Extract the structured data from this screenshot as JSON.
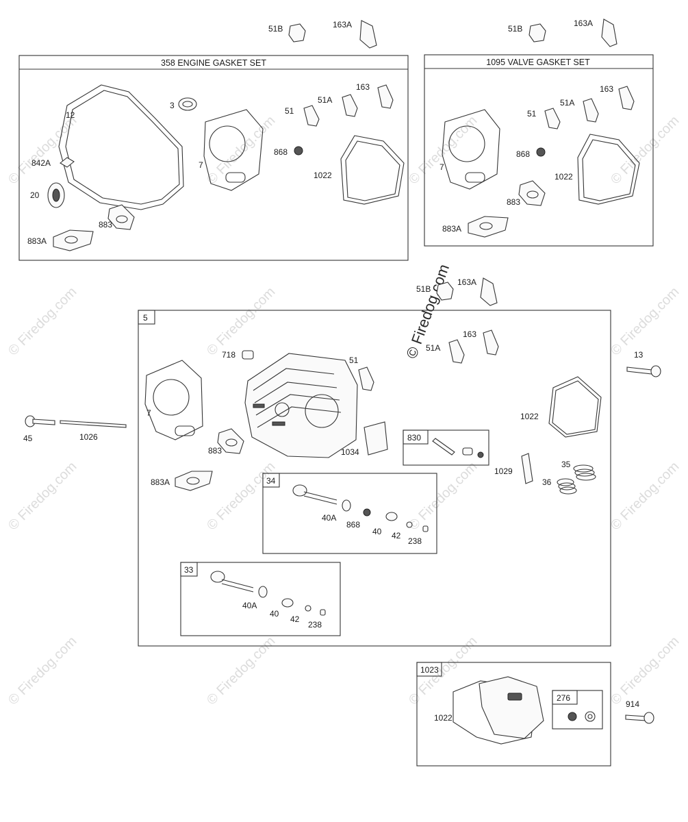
{
  "watermark": {
    "text": "© Firedog.com",
    "stamp": "© Firedog.com"
  },
  "top_parts": {
    "left_51b": "51B",
    "left_163a": "163A",
    "right_51b": "51B",
    "right_163a": "163A"
  },
  "engine_gasket_set": {
    "title": "358 ENGINE GASKET SET",
    "labels": {
      "p12": "12",
      "p3": "3",
      "p7": "7",
      "p51": "51",
      "p51a": "51A",
      "p163": "163",
      "p842a": "842A",
      "p868": "868",
      "p1022": "1022",
      "p20": "20",
      "p883": "883",
      "p883a": "883A"
    }
  },
  "valve_gasket_set": {
    "title": "1095 VALVE GASKET SET",
    "labels": {
      "p163": "163",
      "p51": "51",
      "p51a": "51A",
      "p7": "7",
      "p868": "868",
      "p1022": "1022",
      "p883": "883",
      "p883a": "883A"
    }
  },
  "cylinder_head": {
    "box_id": "5",
    "above": {
      "p51b": "51B",
      "p163a": "163A"
    },
    "labels": {
      "p718": "718",
      "p51": "51",
      "p51a": "51A",
      "p163": "163",
      "p7": "7",
      "p1022": "1022",
      "p883": "883",
      "p1034": "1034",
      "p883a": "883A",
      "p1029": "1029",
      "p35": "35",
      "p36": "36"
    },
    "sub830": {
      "id": "830"
    },
    "sub34": {
      "id": "34",
      "labels": {
        "p40a": "40A",
        "p868": "868",
        "p40": "40",
        "p42": "42",
        "p238": "238"
      }
    },
    "sub33": {
      "id": "33",
      "labels": {
        "p40a": "40A",
        "p40": "40",
        "p42": "42",
        "p238": "238"
      }
    }
  },
  "outside": {
    "p13": "13",
    "p45": "45",
    "p1026": "1026",
    "p914": "914"
  },
  "valve_cover": {
    "box_id": "1023",
    "p1022": "1022",
    "sub276": {
      "id": "276"
    }
  }
}
